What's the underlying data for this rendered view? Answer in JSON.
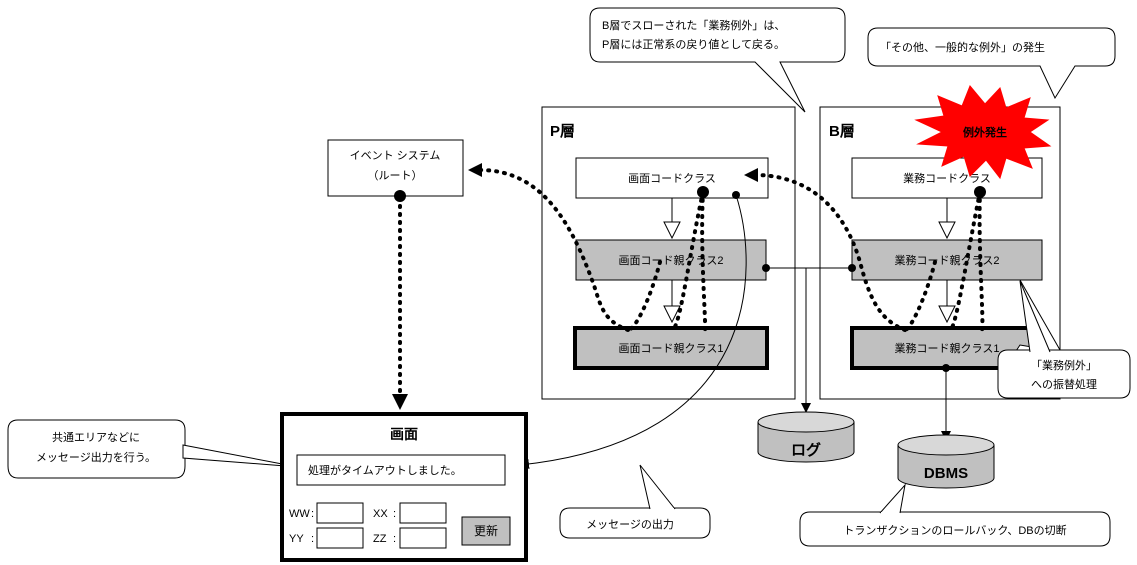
{
  "callouts": {
    "b_exception_line1": "B層でスローされた「業務例外」は、",
    "b_exception_line2": "P層には正常系の戻り値として戻る。",
    "general_exception": "「その他、一般的な例外」の発生",
    "common_area_line1": "共通エリアなどに",
    "common_area_line2": "メッセージ出力を行う。",
    "message_output": "メッセージの出力",
    "business_exception_line1": "「業務例外」",
    "business_exception_line2": "への振替処理",
    "transaction": "トランザクションのロールバック、DBの切断"
  },
  "event_system": {
    "line1": "イベント システム",
    "line2": "（ルート）"
  },
  "p_layer": {
    "title": "P層",
    "screen_code_class": "画面コードクラス",
    "screen_code_parent2": "画面コード親クラス2",
    "screen_code_parent1": "画面コード親クラス1"
  },
  "b_layer": {
    "title": "B層",
    "burst": "例外発生",
    "business_code_class": "業務コードクラス",
    "business_code_parent2": "業務コード親クラス2",
    "business_code_parent1": "業務コード親クラス1"
  },
  "stores": {
    "log": "ログ",
    "dbms": "DBMS"
  },
  "screen": {
    "title": "画面",
    "message": "処理がタイムアウトしました。",
    "fields": [
      {
        "label": "WW",
        "value": ""
      },
      {
        "label": "XX",
        "value": ""
      },
      {
        "label": "YY",
        "value": ""
      },
      {
        "label": "ZZ",
        "value": ""
      }
    ],
    "update_button": "更新"
  },
  "colors": {
    "gray_fill": "#c0c0c0",
    "burst_red": "#ff0000"
  }
}
